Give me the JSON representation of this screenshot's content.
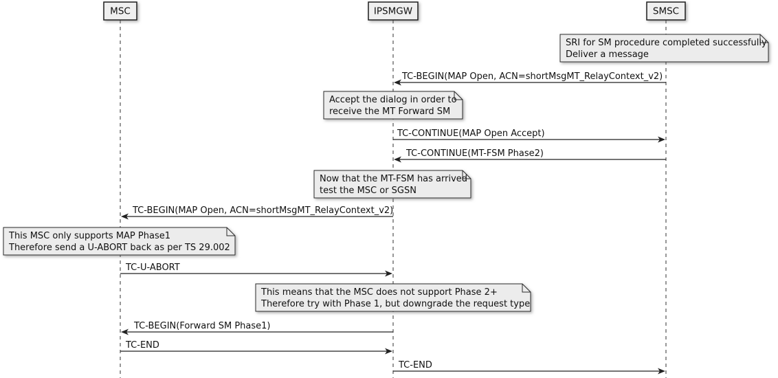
{
  "diagram": {
    "type": "uml-sequence-diagram",
    "participants": [
      {
        "name": "MSC"
      },
      {
        "name": "IPSMGW"
      },
      {
        "name": "SMSC"
      }
    ],
    "notes": [
      {
        "over": "SMSC",
        "lines": [
          "SRI for SM procedure completed successfully",
          "Deliver a message"
        ]
      },
      {
        "over": "IPSMGW",
        "lines": [
          "Accept the dialog in order to",
          "receive the MT Forward SM"
        ]
      },
      {
        "over": "IPSMGW",
        "lines": [
          "Now that the MT-FSM has arrived",
          "test the MSC or SGSN"
        ]
      },
      {
        "over": "MSC",
        "lines": [
          "This MSC only supports MAP Phase1",
          "Therefore send a U-ABORT back as per TS 29.002"
        ]
      },
      {
        "over": "IPSMGW",
        "lines": [
          "This means that the MSC does not support Phase 2+",
          "Therefore try with Phase 1, but downgrade the request type"
        ]
      }
    ],
    "messages": [
      {
        "from": "SMSC",
        "to": "IPSMGW",
        "label": "TC-BEGIN(MAP Open, ACN=shortMsgMT_RelayContext_v2)"
      },
      {
        "from": "IPSMGW",
        "to": "SMSC",
        "label": "TC-CONTINUE(MAP Open Accept)"
      },
      {
        "from": "SMSC",
        "to": "IPSMGW",
        "label": "TC-CONTINUE(MT-FSM Phase2)"
      },
      {
        "from": "IPSMGW",
        "to": "MSC",
        "label": "TC-BEGIN(MAP Open, ACN=shortMsgMT_RelayContext_v2)"
      },
      {
        "from": "MSC",
        "to": "IPSMGW",
        "label": "TC-U-ABORT"
      },
      {
        "from": "IPSMGW",
        "to": "MSC",
        "label": "TC-BEGIN(Forward SM Phase1)"
      },
      {
        "from": "MSC",
        "to": "IPSMGW",
        "label": "TC-END"
      },
      {
        "from": "IPSMGW",
        "to": "SMSC",
        "label": "TC-END"
      }
    ],
    "colors": {
      "background": "#FFFFFF",
      "participant_fill": "#EFEFEF",
      "note_fill": "#ECECEC",
      "line": "#222222",
      "text": "#101010"
    }
  }
}
